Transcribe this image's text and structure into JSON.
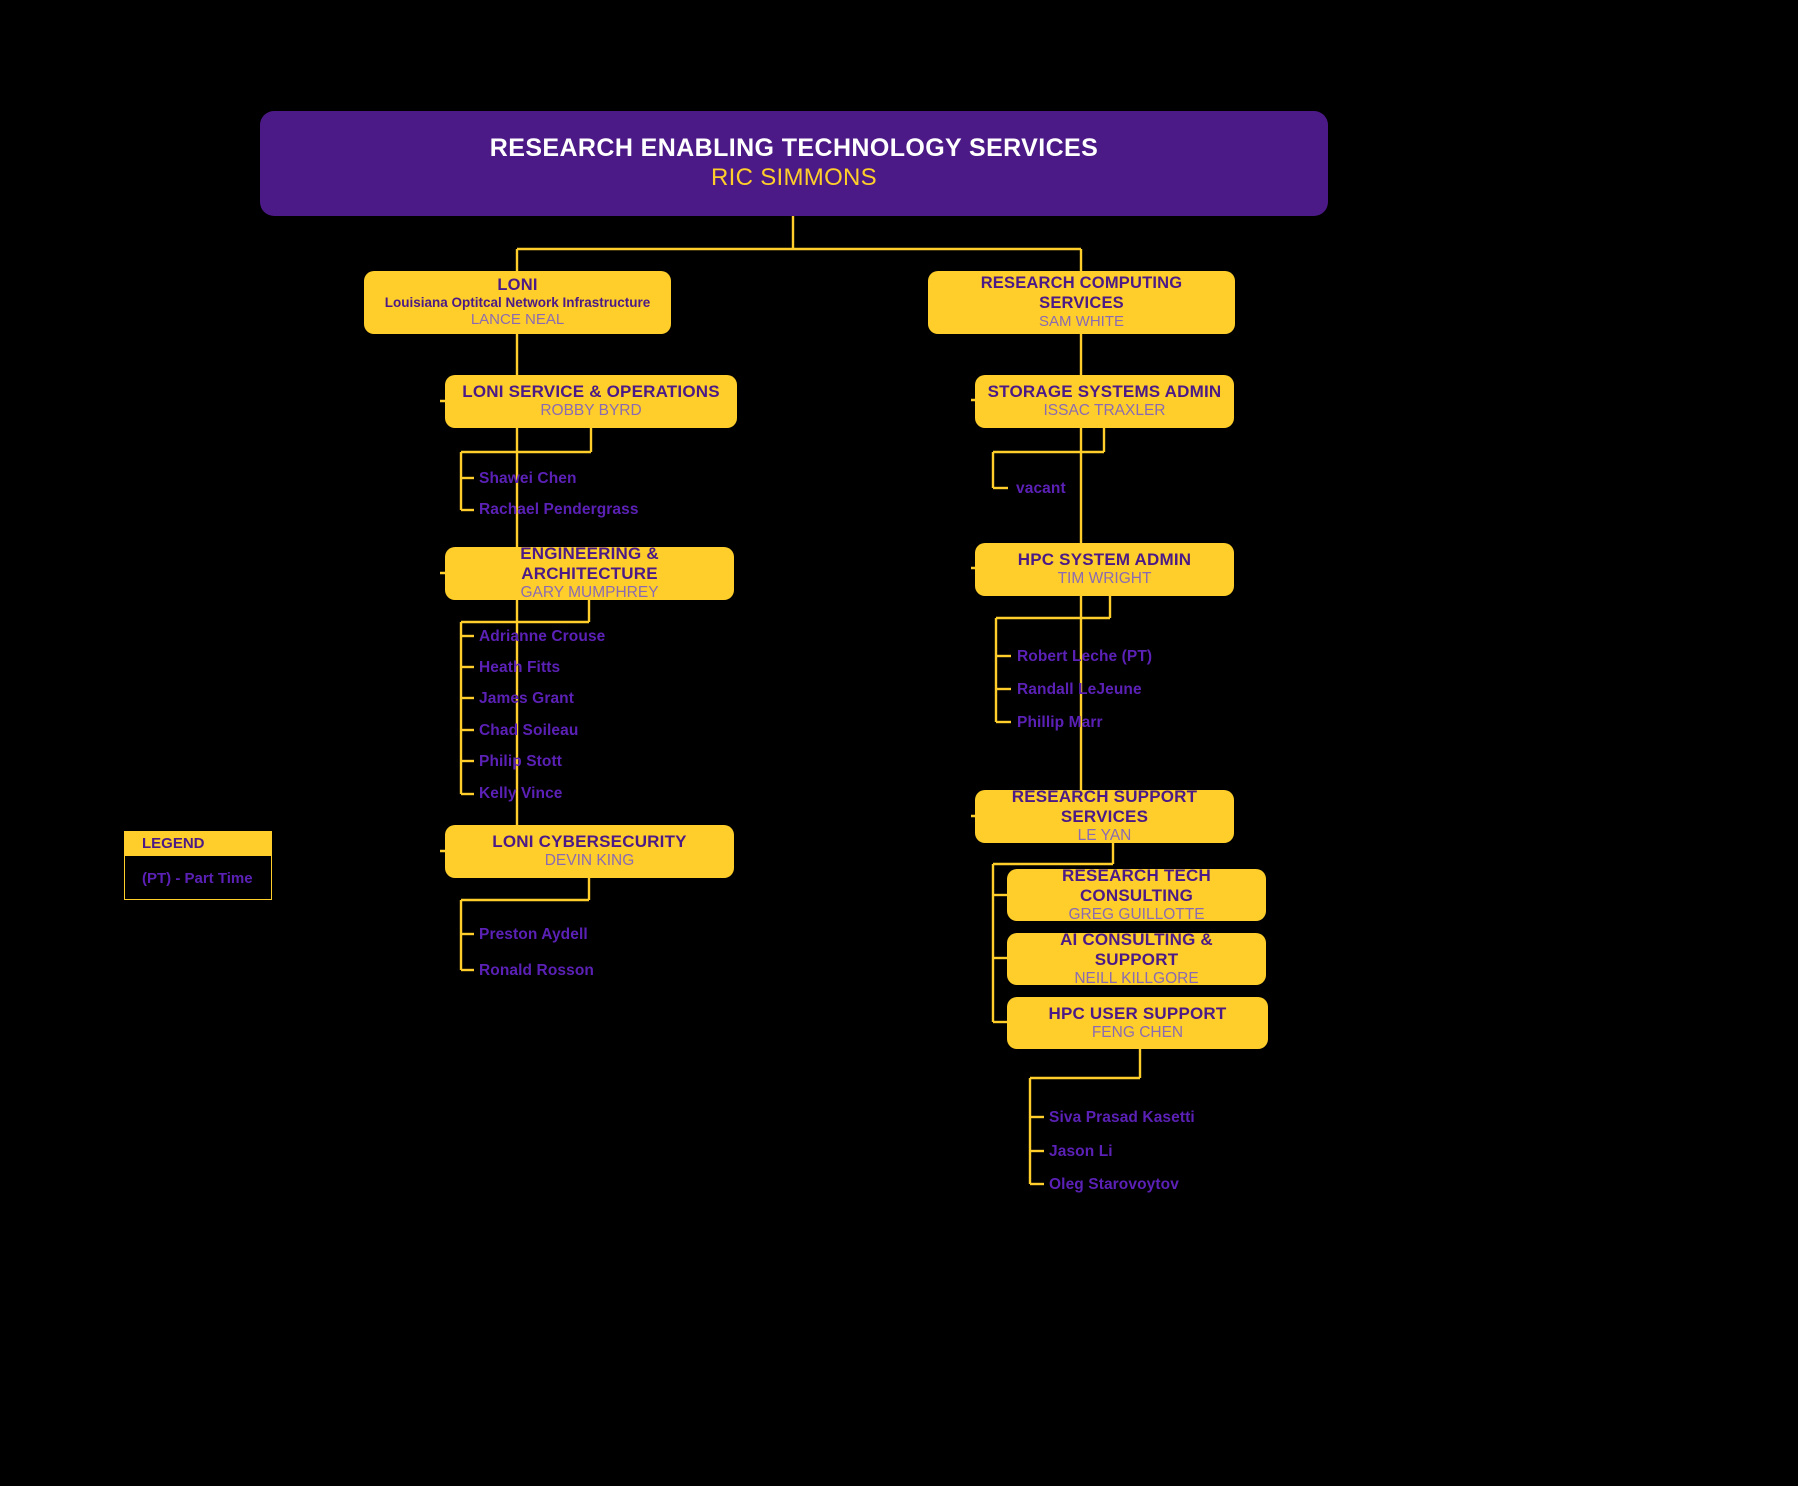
{
  "theme": {
    "background": "#000000",
    "box_fill": "#FFCE2A",
    "box_title_color": "#4B1A86",
    "box_person_color": "#8A6BB3",
    "root_fill": "#4B1A86",
    "root_title_color": "#FFFFFF",
    "root_person_color": "#FFCE2A",
    "connector_color": "#FFCE2A",
    "staff_name_color": "#5B21B6"
  },
  "root": {
    "title": "RESEARCH ENABLING TECHNOLOGY SERVICES",
    "person": "RIC SIMMONS"
  },
  "divisions": {
    "loni": {
      "title": "LONI",
      "subtitle": "Louisiana Optitcal Network Infrastructure",
      "person": "LANCE NEAL"
    },
    "rcs": {
      "title": "RESEARCH COMPUTING SERVICES",
      "person": "SAM WHITE"
    }
  },
  "units": {
    "loni_service_ops": {
      "title": "LONI SERVICE & OPERATIONS",
      "person": "ROBBY BYRD"
    },
    "engineering_architecture": {
      "title": "ENGINEERING & ARCHITECTURE",
      "person": "GARY MUMPHREY"
    },
    "loni_cybersecurity": {
      "title": "LONI CYBERSECURITY",
      "person": "DEVIN KING"
    },
    "storage_systems_admin": {
      "title": "STORAGE SYSTEMS ADMIN",
      "person": "ISSAC TRAXLER"
    },
    "hpc_system_admin": {
      "title": "HPC SYSTEM ADMIN",
      "person": "TIM WRIGHT"
    },
    "research_support_services": {
      "title": "RESEARCH SUPPORT SERVICES",
      "person": "LE YAN"
    },
    "research_tech_consulting": {
      "title": "RESEARCH TECH CONSULTING",
      "person": "GREG GUILLOTTE"
    },
    "ai_consulting_support": {
      "title": "AI CONSULTING & SUPPORT",
      "person": "NEILL KILLGORE"
    },
    "hpc_user_support": {
      "title": "HPC USER SUPPORT",
      "person": "FENG CHEN"
    }
  },
  "staff": {
    "loni_service_ops": [
      "Shawei Chen",
      "Rachael Pendergrass"
    ],
    "engineering_architecture": [
      "Adrianne Crouse",
      "Heath Fitts",
      "James Grant",
      "Chad Soileau",
      "Philip Stott",
      "Kelly Vince"
    ],
    "loni_cybersecurity": [
      "Preston Aydell",
      "Ronald Rosson"
    ],
    "storage_systems_admin": [
      "vacant"
    ],
    "hpc_system_admin": [
      "Robert Leche (PT)",
      "Randall LeJeune",
      "Phillip Marr"
    ],
    "hpc_user_support": [
      "Siva Prasad Kasetti",
      "Jason Li",
      "Oleg Starovoytov"
    ]
  },
  "legend": {
    "title": "LEGEND",
    "items": [
      "(PT) - Part Time"
    ]
  }
}
